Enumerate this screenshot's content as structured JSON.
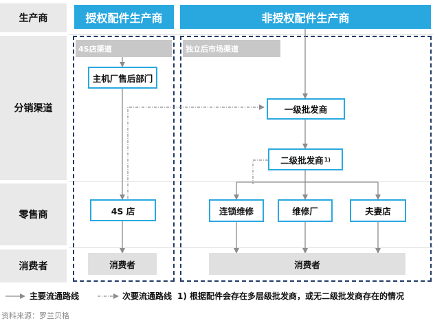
{
  "rows": {
    "producer": "生产商",
    "distribution": "分销渠道",
    "retailer": "零售商",
    "consumer": "消费者"
  },
  "headers": {
    "authorized": "授权配件生产商",
    "unauthorized": "非授权配件生产商"
  },
  "channels": {
    "left": "4S店渠道",
    "right": "独立后市场渠道"
  },
  "nodes": {
    "oem_after_sales": "主机厂售后部门",
    "first_wholesaler": "一级批发商",
    "second_wholesaler": "二级批发商",
    "second_wholesaler_note": "1)",
    "store_4s": "4S 店",
    "chain_repair": "连锁维修",
    "repair_shop": "维修厂",
    "family_shop": "夫妻店",
    "consumer_left": "消费者",
    "consumer_right": "消费者"
  },
  "legend": {
    "main_route": "主要流通路线",
    "secondary_route": "次要流通路线",
    "footnote": "1) 根据配件会存在多层级批发商，或无二级批发商存在的情况"
  },
  "source": "资料来源：罗兰贝格",
  "colors": {
    "accent_blue": "#29a8e0",
    "dashed_navy": "#1f3a66",
    "label_gray": "#e9e9e9",
    "band_gray": "#c8c8c8",
    "arrow_gray": "#8c8c8c"
  }
}
